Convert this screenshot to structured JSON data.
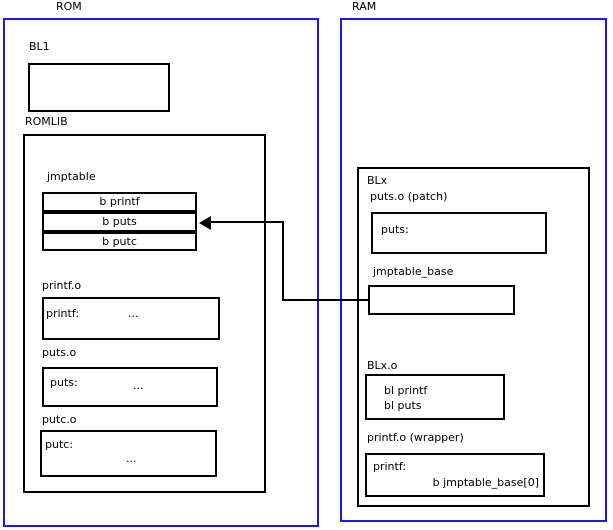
{
  "rom": {
    "title": "ROM",
    "bl1_label": "BL1",
    "romlib_label": "ROMLIB",
    "jmptable": {
      "label": "jmptable",
      "entries": [
        "b printf",
        "b puts",
        "b putc"
      ]
    },
    "printf_o": {
      "label": "printf.o",
      "symbol": "printf:",
      "ellipsis": "..."
    },
    "puts_o": {
      "label": "puts.o",
      "symbol": "puts:",
      "ellipsis": "..."
    },
    "putc_o": {
      "label": "putc.o",
      "symbol": "putc:",
      "ellipsis": "..."
    }
  },
  "ram": {
    "title": "RAM",
    "blx_label": "BLx",
    "puts_patch": {
      "label": "puts.o (patch)",
      "symbol": "puts:"
    },
    "jmptable_base_label": "jmptable_base",
    "blx_o": {
      "label": "BLx.o",
      "line1": "bl printf",
      "line2": "bl puts"
    },
    "printf_wrapper": {
      "label": "printf.o (wrapper)",
      "symbol": "printf:",
      "body": "b jmptable_base[0]"
    }
  },
  "colors": {
    "region_border": "#1a1ae6",
    "box_border": "#000000"
  }
}
